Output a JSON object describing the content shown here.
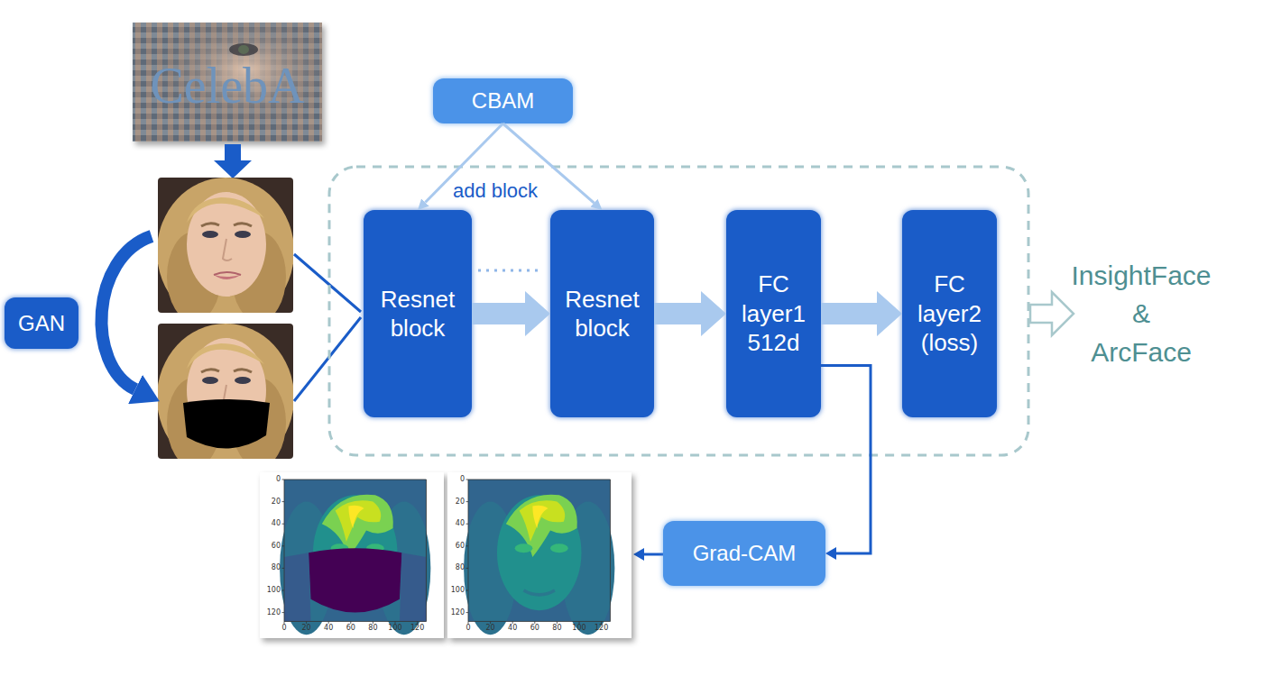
{
  "diagram": {
    "nodes": [
      {
        "text": [
          "CBAM"
        ]
      },
      {
        "text": [
          "GAN"
        ]
      },
      {
        "text": [
          "Resnet block"
        ]
      },
      {
        "text": [
          "Resnet block"
        ]
      },
      {
        "text": [
          "FC layer1 512d"
        ]
      },
      {
        "text": [
          "FC layer2 (loss)"
        ]
      },
      {
        "text": [
          "Grad-CAM"
        ]
      }
    ],
    "edges": [
      {
        "from": 0,
        "to": 2,
        "arrow": "to"
      },
      {
        "from": 0,
        "to": 3,
        "arrow": "to"
      },
      {
        "from": 2,
        "to": 3,
        "arrow": "to"
      },
      {
        "from": 3,
        "to": 4,
        "arrow": "to"
      },
      {
        "from": 4,
        "to": 5,
        "arrow": "to"
      },
      {
        "from": 4,
        "to": 6,
        "arrow": "to"
      }
    ],
    "labels": [
      "add block",
      "CelebA",
      "InsightFace",
      "&",
      "ArcFace",
      "0",
      "20",
      "40",
      "60",
      "80",
      "100",
      "120",
      "0",
      "20",
      "40",
      "60",
      "80",
      "100",
      "120",
      "0",
      "20",
      "40",
      "60",
      "80",
      "100",
      "120",
      "0",
      "20",
      "40",
      "60",
      "80",
      "100",
      "120"
    ]
  }
}
